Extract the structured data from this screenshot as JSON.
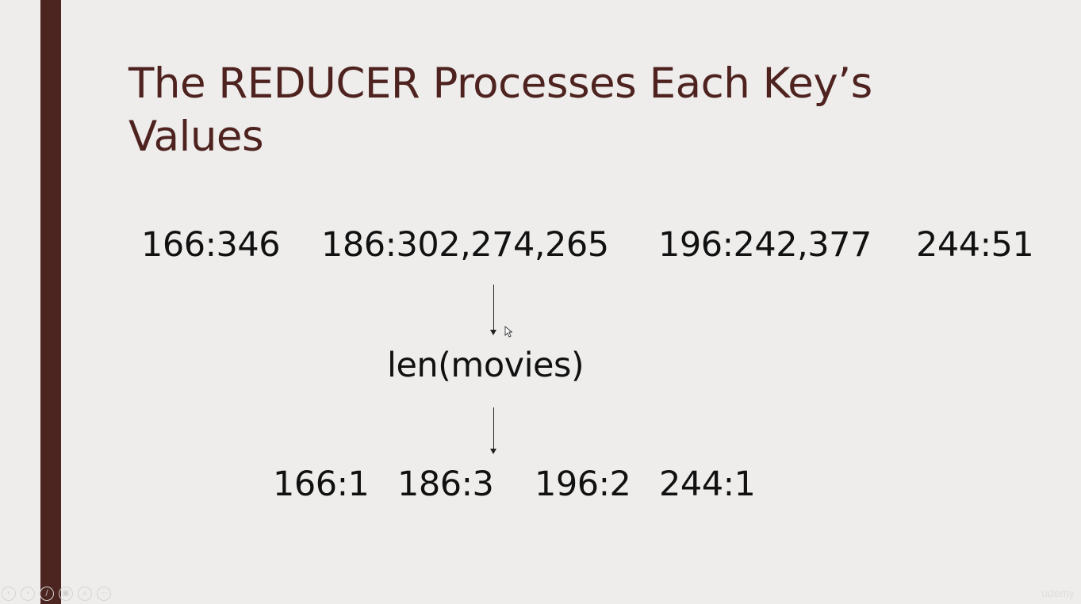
{
  "slide": {
    "title": "The REDUCER Processes Each Key’s Values",
    "input_pairs": [
      "166:346",
      "186:302,274,265",
      "196:242,377",
      "244:51"
    ],
    "function": "len(movies)",
    "output_pairs": [
      "166:1",
      "186:3",
      "196:2",
      "244:1"
    ]
  },
  "player": {
    "controls": [
      {
        "name": "previous",
        "glyph": "‹"
      },
      {
        "name": "next",
        "glyph": "›"
      },
      {
        "name": "pen",
        "glyph": "∕"
      },
      {
        "name": "slides",
        "glyph": "▣"
      },
      {
        "name": "zoom",
        "glyph": "⌕"
      },
      {
        "name": "more",
        "glyph": "⋯"
      }
    ],
    "watermark": "udemy"
  },
  "colors": {
    "background": "#eeedec",
    "accent_bar": "#4d2520",
    "title": "#4e231f",
    "text": "#111111"
  }
}
